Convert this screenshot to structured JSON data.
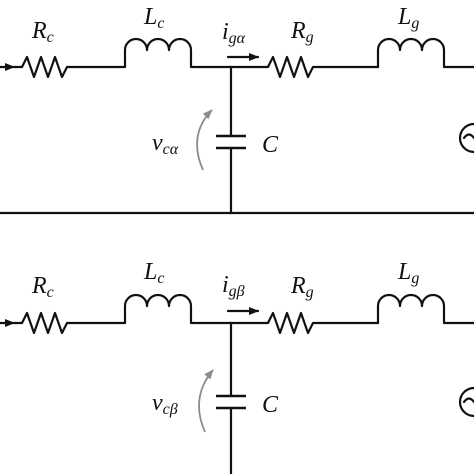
{
  "circuits": [
    {
      "id": "alpha",
      "R1": {
        "main": "R",
        "sub": "c"
      },
      "L1": {
        "main": "L",
        "sub": "c"
      },
      "current": {
        "main": "i",
        "sub": "gα"
      },
      "R2": {
        "main": "R",
        "sub": "g"
      },
      "L2": {
        "main": "L",
        "sub": "g"
      },
      "voltage": {
        "main": "v",
        "sub": "cα"
      },
      "cap": "C"
    },
    {
      "id": "beta",
      "R1": {
        "main": "R",
        "sub": "c"
      },
      "L1": {
        "main": "L",
        "sub": "c"
      },
      "current": {
        "main": "i",
        "sub": "gβ"
      },
      "R2": {
        "main": "R",
        "sub": "g"
      },
      "L2": {
        "main": "L",
        "sub": "g"
      },
      "voltage": {
        "main": "v",
        "sub": "cβ"
      },
      "cap": "C"
    }
  ],
  "colors": {
    "wire": "#111111",
    "voltage_arrow": "#8c8c8c"
  }
}
